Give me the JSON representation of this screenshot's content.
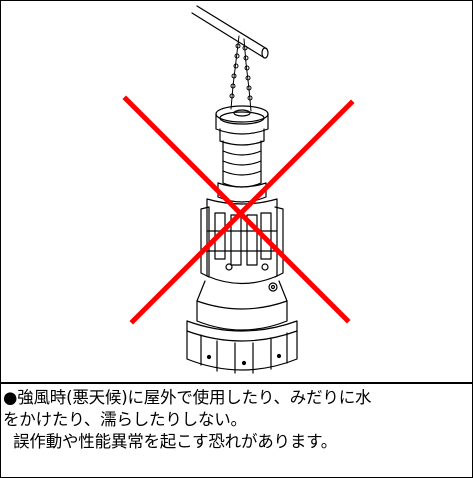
{
  "caption": {
    "line1": "●強風時(悪天候)に屋外で使用したり、みだりに水",
    "line2": "をかけたり、濡らしたりしない。",
    "line3": "  誤作動や性能異常を起こす恐れがあります。"
  },
  "colors": {
    "cross": "#ff0000",
    "line": "#000000"
  }
}
